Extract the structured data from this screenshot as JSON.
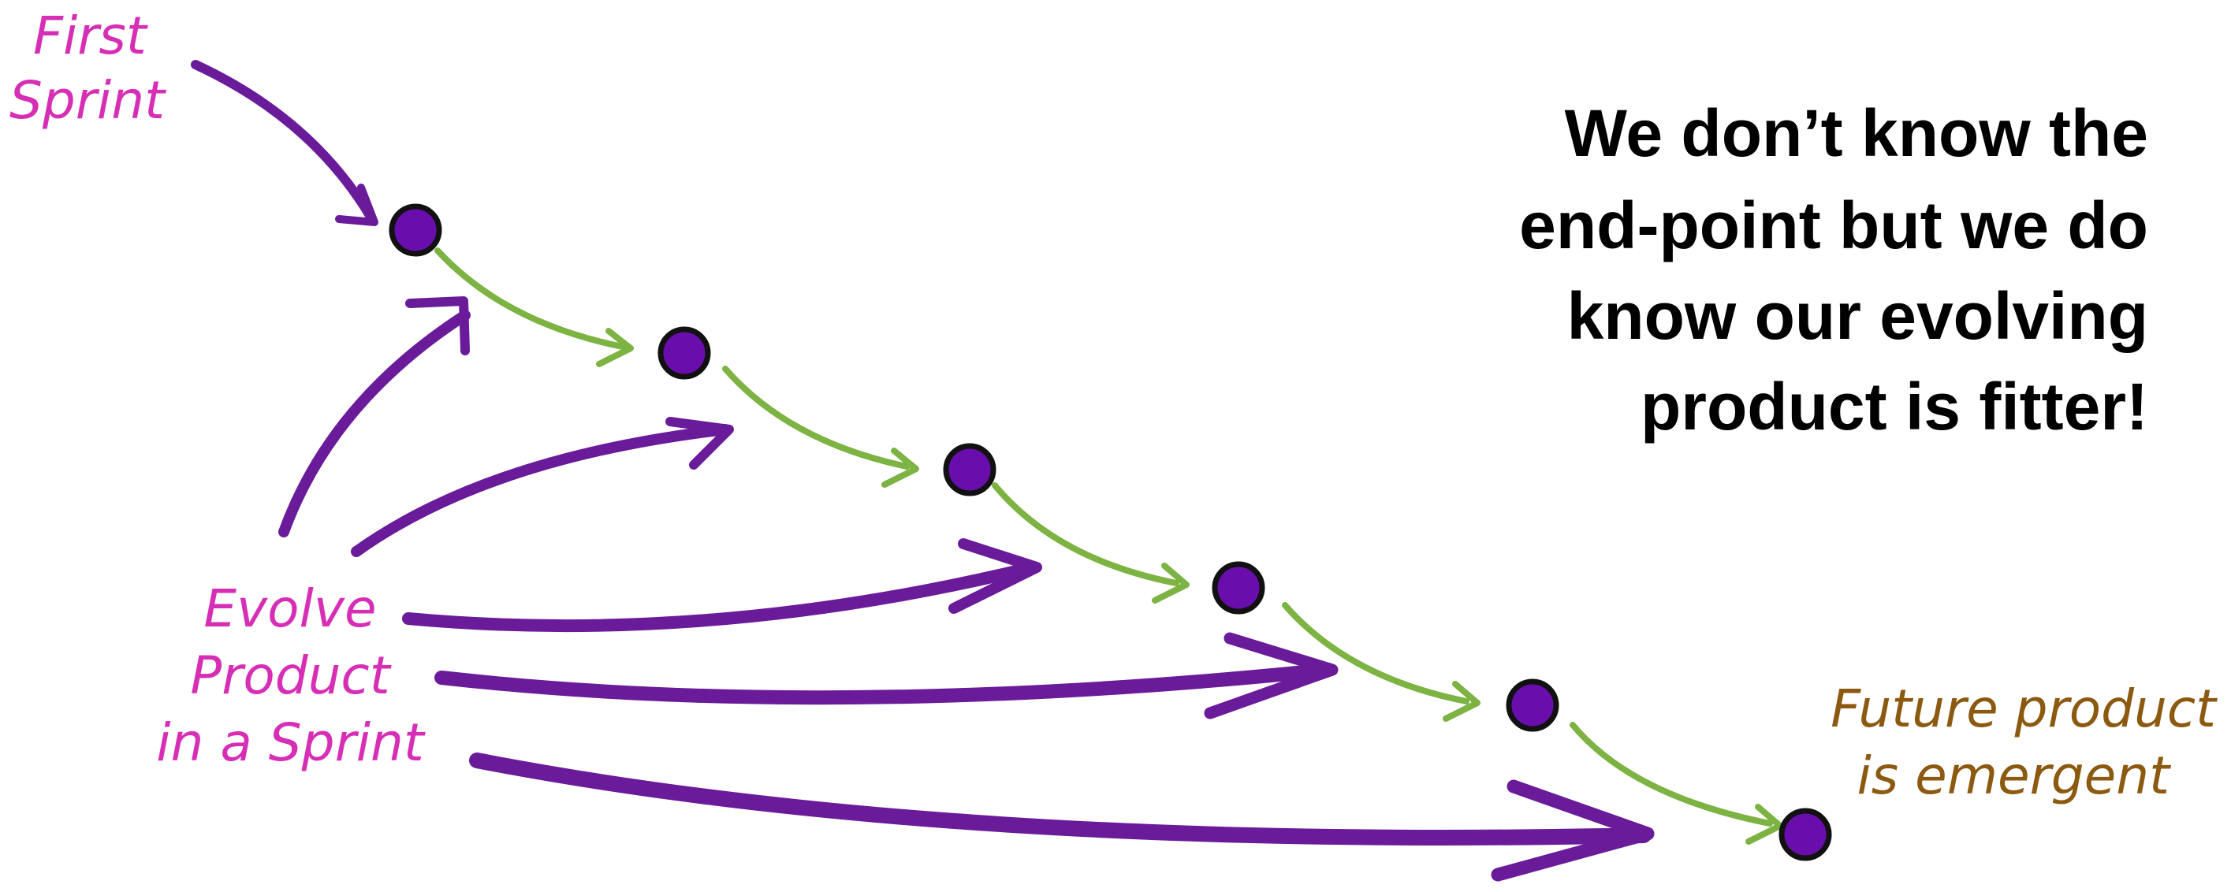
{
  "labels": {
    "first_sprint_line1": "First",
    "first_sprint_line2": "Sprint",
    "evolve_line1": "Evolve",
    "evolve_line2": "Product",
    "evolve_line3": "in a Sprint",
    "future_line1": "Future product",
    "future_line2": "is emergent"
  },
  "headline": {
    "line1": "We don’t know the",
    "line2": "end-point but we do",
    "line3": "know our evolving",
    "line4": "product is fitter!"
  },
  "colors": {
    "magenta_label": "#d62fb5",
    "brown_label": "#8b5a10",
    "purple_arrow": "#6a1b9a",
    "green_arrow": "#7cb342",
    "node_fill": "#6a0dad",
    "headline_text": "#000000"
  }
}
